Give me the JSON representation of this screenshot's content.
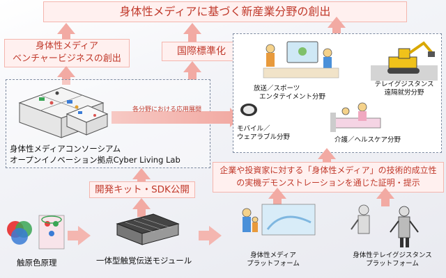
{
  "title": "身体性メディアに基づく新産業分野の創出",
  "venture_line1": "身体性メディア",
  "venture_line2": "ベンチャービジネスの創出",
  "intl_standard": "国際標準化",
  "consortium_line1": "身体性メディアコンソーシアム",
  "consortium_line2": "オープンイノベーション拠点Cyber Living Lab",
  "app_expansion": "各分野における応用展開",
  "fields": {
    "broadcast_line1": "放送／スポーツ",
    "broadcast_line2": "エンタテイメント分野",
    "telexistence_line1": "テレイグジスタンス",
    "telexistence_line2": "遠隔就労分野",
    "mobile_line1": "モバイル／",
    "mobile_line2": "ウェアラブル分野",
    "care": "介護／ヘルスケア分野"
  },
  "sdk": "開発キット・SDK公開",
  "demo_line1": "企業や投資家に対する「身体性メディア」の技術的成立性",
  "demo_line2": "の実機デモンストレーションを通じた証明・提示",
  "bottom": {
    "primary_colors": "触原色原理",
    "module": "一体型触覚伝送モジュール",
    "platform_line1": "身体性メディア",
    "platform_line2": "プラットフォーム",
    "tele_platform_line1": "身体性テレイグジスタンス",
    "tele_platform_line2": "プラットフォーム"
  },
  "colors": {
    "accent": "#c0392b",
    "box_fill": "#fff0ef",
    "arrow": "#f2aaa3"
  }
}
